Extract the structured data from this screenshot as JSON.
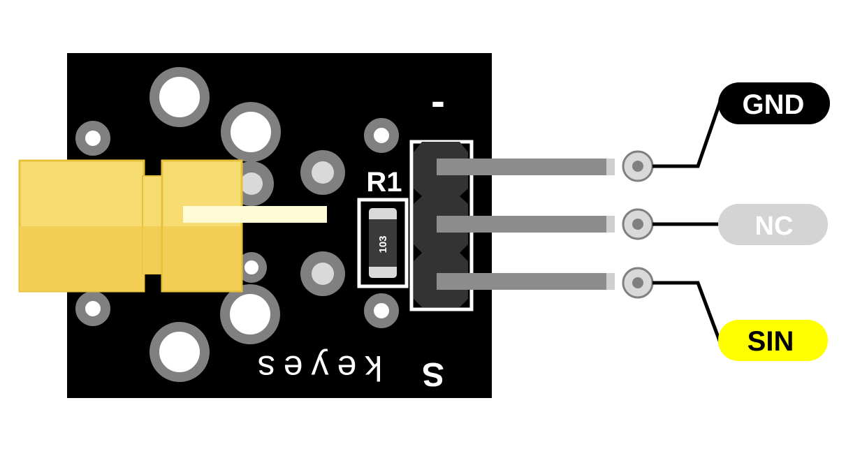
{
  "board": {
    "brand": "keyes",
    "resistor_designator": "R1",
    "resistor_value": "103",
    "minus_marker": "-",
    "signal_marker": "S"
  },
  "pins": [
    {
      "label": "GND",
      "badge_color": "#000000",
      "text_color": "#ffffff"
    },
    {
      "label": "NC",
      "badge_color": "#d4d4d4",
      "text_color": "#ffffff"
    },
    {
      "label": "SIN",
      "badge_color": "#ffff00",
      "text_color": "#000000"
    }
  ],
  "colors": {
    "pcb": "#000000",
    "pad_ring": "#808080",
    "pin_metal": "#8c8c8c",
    "header_body": "#333333",
    "laser_body": "#f7dc72",
    "laser_beam": "#fffbd6"
  }
}
